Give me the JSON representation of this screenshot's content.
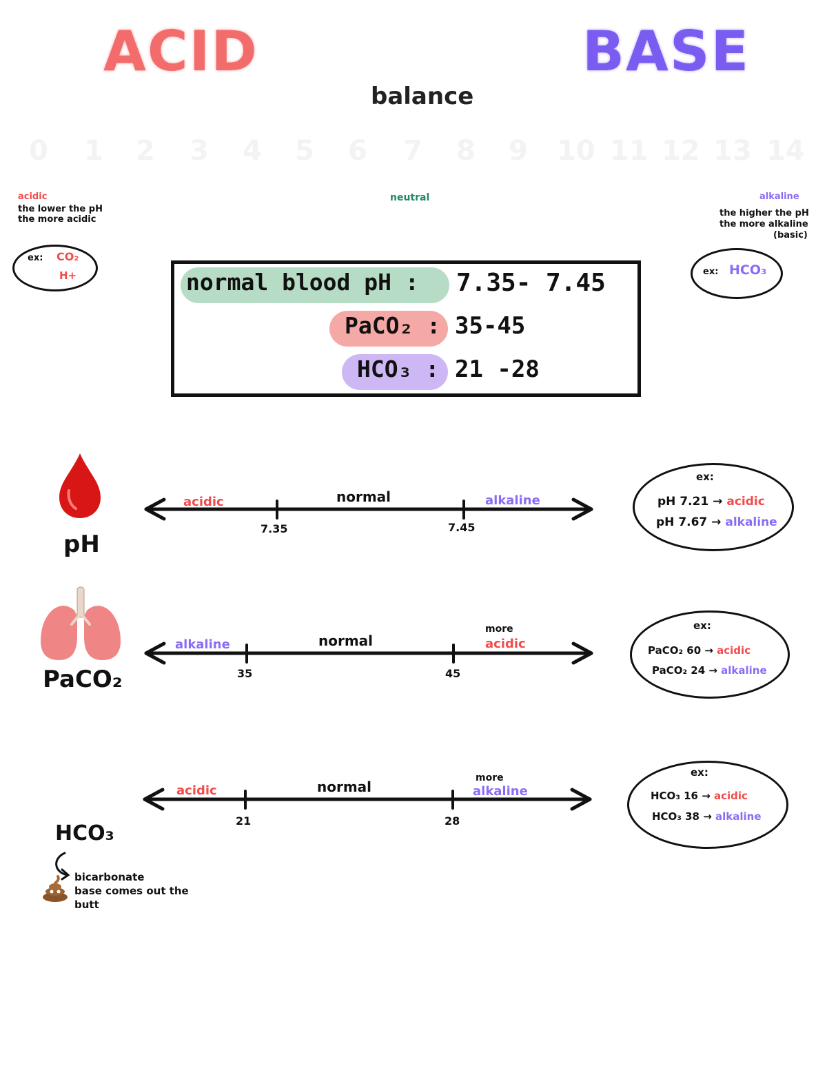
{
  "header": {
    "acid": "ACID",
    "base": "BASE",
    "balance": "balance"
  },
  "scale_numbers": [
    "0",
    "1",
    "2",
    "3",
    "4",
    "5",
    "6",
    "7",
    "8",
    "9",
    "10",
    "11",
    "12",
    "13",
    "14"
  ],
  "left_note": {
    "label": "acidic",
    "line1": "the lower the pH",
    "line2": "the more acidic",
    "ex_label": "ex:",
    "ex_item1": "CO₂",
    "ex_item2": "H+"
  },
  "center_note": {
    "label": "neutral"
  },
  "right_note": {
    "label": "alkaline",
    "line1": "the higher the pH",
    "line2": "the more alkaline",
    "line3": "(basic)",
    "ex_label": "ex:",
    "ex_item1": "HCO₃"
  },
  "normal_box": {
    "ph_label": "normal blood pH :",
    "ph_value": "7.35- 7.45",
    "paco2_label": "PaCO₂ :",
    "paco2_value": "35-45",
    "hco3_label": "HCO₃ :",
    "hco3_value": "21 -28"
  },
  "rows": [
    {
      "side_label": "pH",
      "icon": "blood-drop-icon",
      "left_label": "acidic",
      "middle_label": "normal",
      "right_label_top": "",
      "right_label": "alkaline",
      "tick1": "7.35",
      "tick2": "7.45",
      "ex_label": "ex:",
      "ex_line1_prefix": "pH 7.21 → ",
      "ex_line1_result": "acidic",
      "ex_line2_prefix": "pH 7.67 → ",
      "ex_line2_result": "alkaline"
    },
    {
      "side_label": "PaCO₂",
      "icon": "lungs-icon",
      "left_label": "alkaline",
      "middle_label": "normal",
      "right_label_top": "more",
      "right_label": "acidic",
      "tick1": "35",
      "tick2": "45",
      "ex_label": "ex:",
      "ex_line1_prefix": "PaCO₂ 60 → ",
      "ex_line1_result": "acidic",
      "ex_line2_prefix": "PaCO₂ 24 → ",
      "ex_line2_result": "alkaline"
    },
    {
      "side_label": "HCO₃",
      "icon": "poop-icon",
      "left_label": "acidic",
      "middle_label": "normal",
      "right_label_top": "more",
      "right_label": "alkaline",
      "tick1": "21",
      "tick2": "28",
      "ex_label": "ex:",
      "ex_line1_prefix": "HCO₃ 16 → ",
      "ex_line1_result": "acidic",
      "ex_line2_prefix": "HCO₃ 38 → ",
      "ex_line2_result": "alkaline"
    }
  ],
  "bicarb_note": {
    "line1": "bicarbonate",
    "line2": "base comes out the",
    "line3": "butt"
  },
  "colors": {
    "acid": "#f24b4b",
    "base": "#8b6cf5",
    "neutral": "#1f8a60",
    "ph_pill": "#b7dcc6",
    "paco2_pill": "#f4a9a6",
    "hco3_pill": "#cdb8f5"
  }
}
